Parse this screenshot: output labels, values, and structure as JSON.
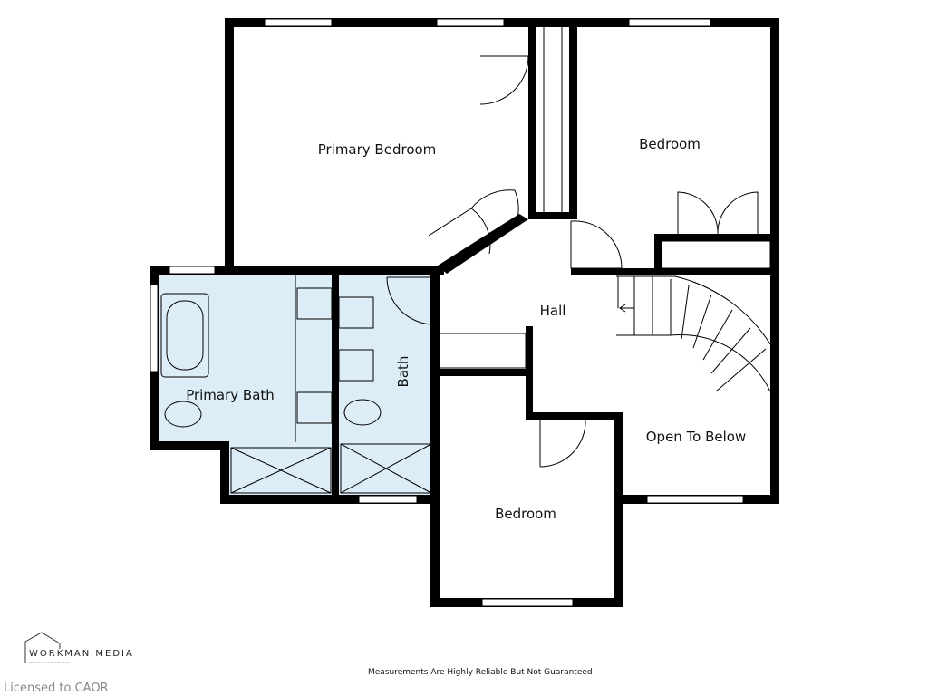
{
  "rooms": {
    "primary_bedroom": "Primary Bedroom",
    "bedroom_ne": "Bedroom",
    "hall": "Hall",
    "primary_bath": "Primary Bath",
    "bath": "Bath",
    "open_to_below": "Open To Below",
    "bedroom_s": "Bedroom"
  },
  "colors": {
    "wall": "#000000",
    "bath_fill": "#dcedf8"
  },
  "footer": {
    "logo_name": "WORKMAN MEDIA",
    "logo_tagline": "REAL ESTATE PHOTO & VIDEO",
    "disclaimer": "Measurements Are Highly Reliable But Not Guaranteed",
    "license": "Licensed to CAOR"
  }
}
